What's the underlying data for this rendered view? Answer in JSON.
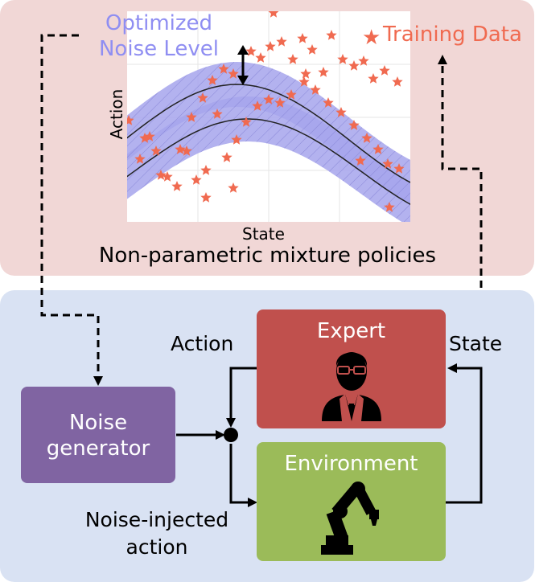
{
  "plot": {
    "legend_optimized_line1": "Optimized",
    "legend_optimized_line2": "Noise Level",
    "legend_training": "Training Data",
    "legend_star_glyph": "★",
    "xlabel": "State",
    "ylabel": "Action",
    "caption": "Non-parametric mixture policies"
  },
  "blocks": {
    "expert": "Expert",
    "environment": "Environment",
    "noise_line1": "Noise",
    "noise_line2": "generator"
  },
  "labels": {
    "action": "Action",
    "state": "State",
    "noise_injected_line1": "Noise-injected",
    "noise_injected_line2": "action"
  },
  "colors": {
    "top_panel": "#f1d7d6",
    "bottom_panel": "#d9e2f3",
    "band_fill": "#a6a4ec",
    "star": "#f06a50",
    "expert": "#c0504d",
    "environment": "#9bbb59",
    "noise_generator": "#8064a2",
    "optimized_label": "#8f8ef2",
    "training_label": "#f06a50"
  },
  "icons": {
    "expert": "person-with-glasses-icon",
    "environment": "robot-arm-icon",
    "noise_arrow": "double-headed-arrow-icon"
  }
}
